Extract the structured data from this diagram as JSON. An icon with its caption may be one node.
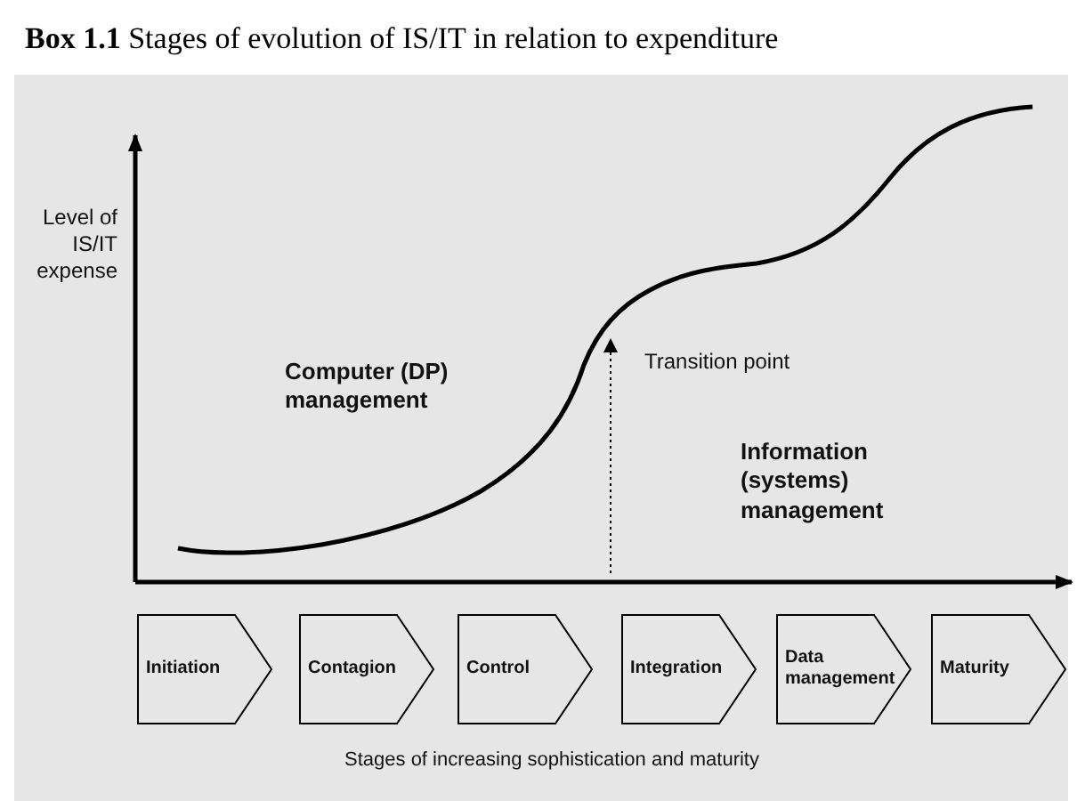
{
  "diagram": {
    "title": "**Box 1.1** Stages of evolution of IS/IT in relation to expenditure",
    "nodes": [
      {
        "text": [
          "Initiation"
        ]
      },
      {
        "text": [
          "Contagion"
        ]
      },
      {
        "text": [
          "Control"
        ]
      },
      {
        "text": [
          "Integration"
        ]
      },
      {
        "text": [
          "Data management"
        ]
      },
      {
        "text": [
          "Maturity"
        ]
      }
    ],
    "edges": [],
    "labels": [
      "Level of IS/IT expense",
      "Transition point",
      "Computer (DP) management",
      "Information (systems) management",
      "Stages of increasing sophistication and maturity"
    ]
  }
}
